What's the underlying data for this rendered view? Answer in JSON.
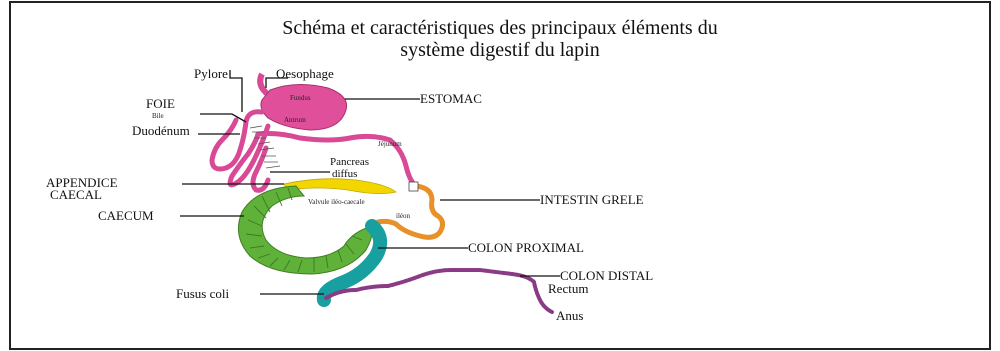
{
  "title": {
    "line1": "Schéma et caractéristiques des principaux éléments du",
    "line2": "système digestif du lapin"
  },
  "labels": {
    "pylore": "Pylore",
    "oesophage": "Oesophage",
    "fundus": "Fundus",
    "estomac": "ESTOMAC",
    "foie": "FOIE",
    "bile": "Bile",
    "antrum": "Antrum",
    "duodenum": "Duodénum",
    "jejunum": "Jéjunum",
    "pancreas1": "Pancreas",
    "pancreas2": "diffus",
    "appendice1": "APPENDICE",
    "appendice2": "CAECAL",
    "valvule": "Valvule iléo-caecale",
    "ileon": "iléon",
    "intestin": "INTESTIN GRELE",
    "caecum": "CAECUM",
    "colon_proximal": "COLON PROXIMAL",
    "colon_distal": "COLON DISTAL",
    "rectum": "Rectum",
    "fusus": "Fusus coli",
    "anus": "Anus"
  },
  "colors": {
    "stomach": "#e0509a",
    "intestine": "#d84a95",
    "appendix": "#f2d600",
    "caecum": "#5fb13a",
    "ileum": "#e89128",
    "colon_proximal": "#18a0a0",
    "colon_distal": "#8b3a86"
  }
}
